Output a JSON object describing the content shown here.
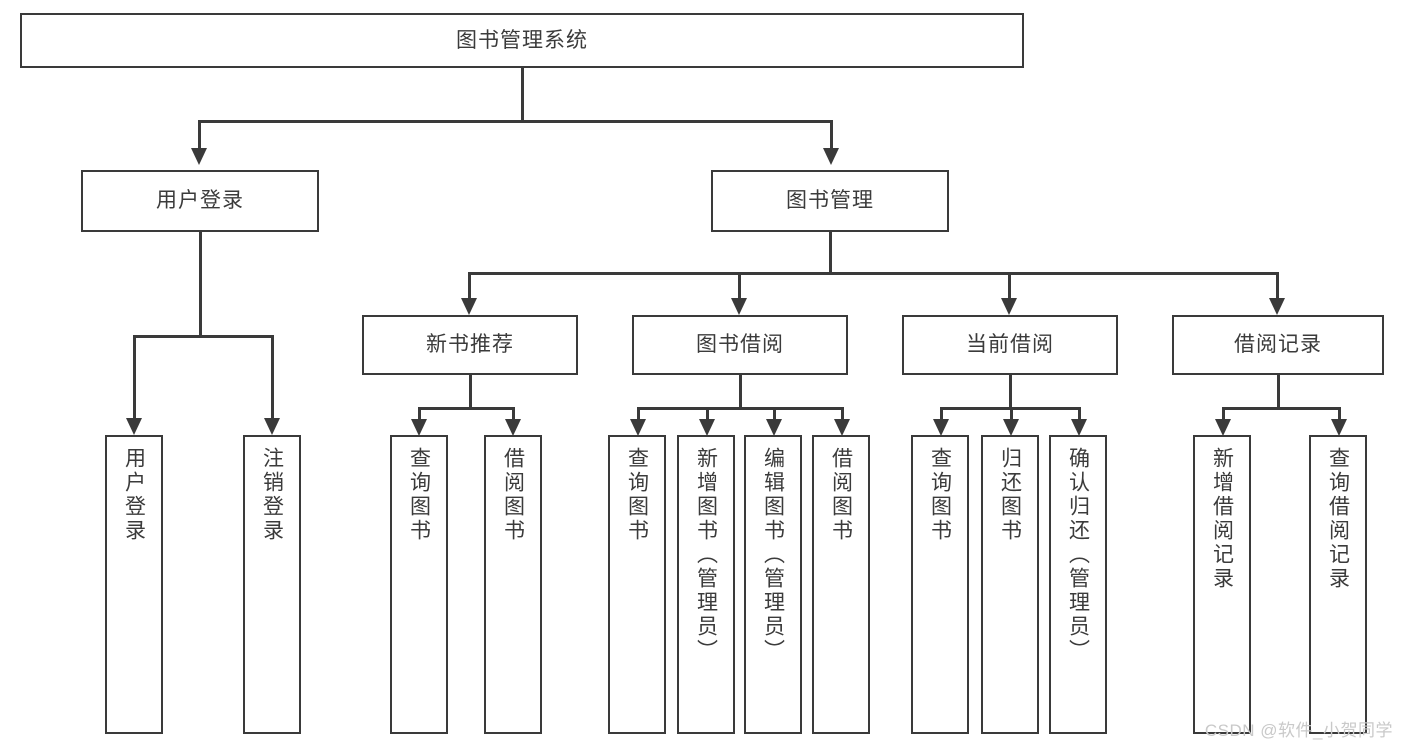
{
  "diagram": {
    "type": "tree-hierarchy-chart",
    "title": "图书管理系统",
    "root": {
      "label": "图书管理系统"
    },
    "level2": [
      {
        "label": "用户登录"
      },
      {
        "label": "图书管理"
      }
    ],
    "level3": [
      {
        "label": "新书推荐"
      },
      {
        "label": "图书借阅"
      },
      {
        "label": "当前借阅"
      },
      {
        "label": "借阅记录"
      }
    ],
    "leaves": {
      "user_login": [
        {
          "label": "用户登录"
        },
        {
          "label": "注销登录"
        }
      ],
      "new_book_recommend": [
        {
          "label": "查询图书"
        },
        {
          "label": "借阅图书"
        }
      ],
      "book_borrow": [
        {
          "label": "查询图书"
        },
        {
          "label": "新增图书（管理员）"
        },
        {
          "label": "编辑图书（管理员）"
        },
        {
          "label": "借阅图书"
        }
      ],
      "current_borrow": [
        {
          "label": "查询图书"
        },
        {
          "label": "归还图书"
        },
        {
          "label": "确认归还（管理员）"
        }
      ],
      "borrow_record": [
        {
          "label": "新增借阅记录"
        },
        {
          "label": "查询借阅记录"
        }
      ]
    }
  },
  "watermark": {
    "text": "CSDN @软件_小贺同学"
  },
  "colors": {
    "stroke": "#3a3a3a",
    "text": "#3b3b3b",
    "background": "#ffffff",
    "watermark": "#c9c9c9"
  }
}
